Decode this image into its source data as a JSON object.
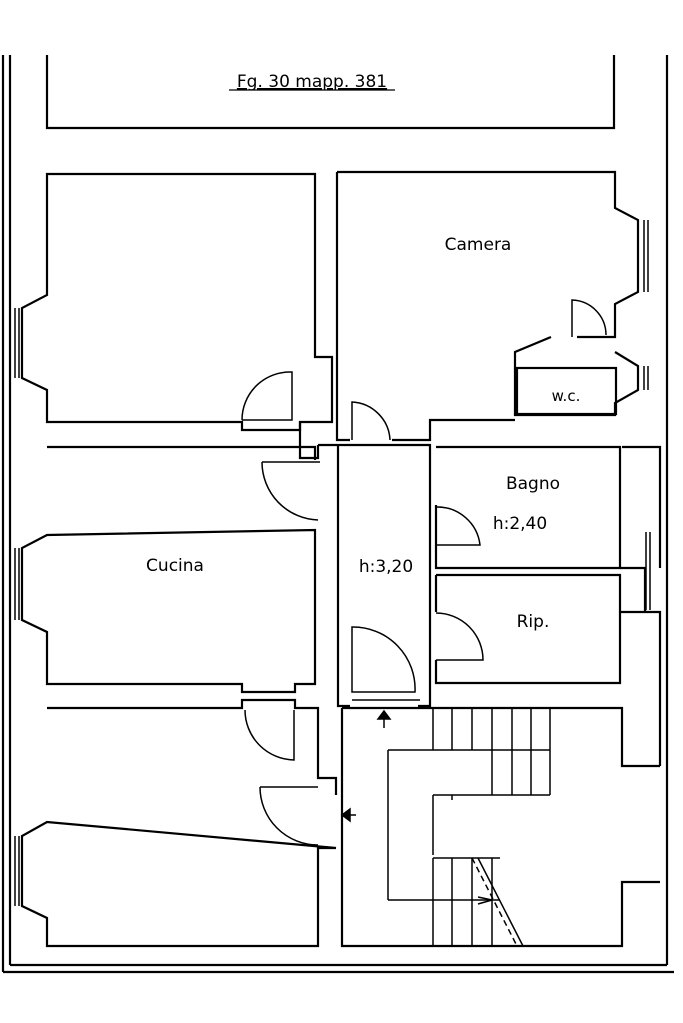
{
  "title": "Fg. 30 mapp. 381",
  "rooms": {
    "camera": "Camera",
    "wc": "w.c.",
    "bagno": "Bagno",
    "bagno_height": "h:2,40",
    "cucina": "Cucina",
    "corridor_height": "h:3,20",
    "ripostiglio": "Rip."
  },
  "colors": {
    "line": "#000000",
    "background": "#ffffff"
  }
}
